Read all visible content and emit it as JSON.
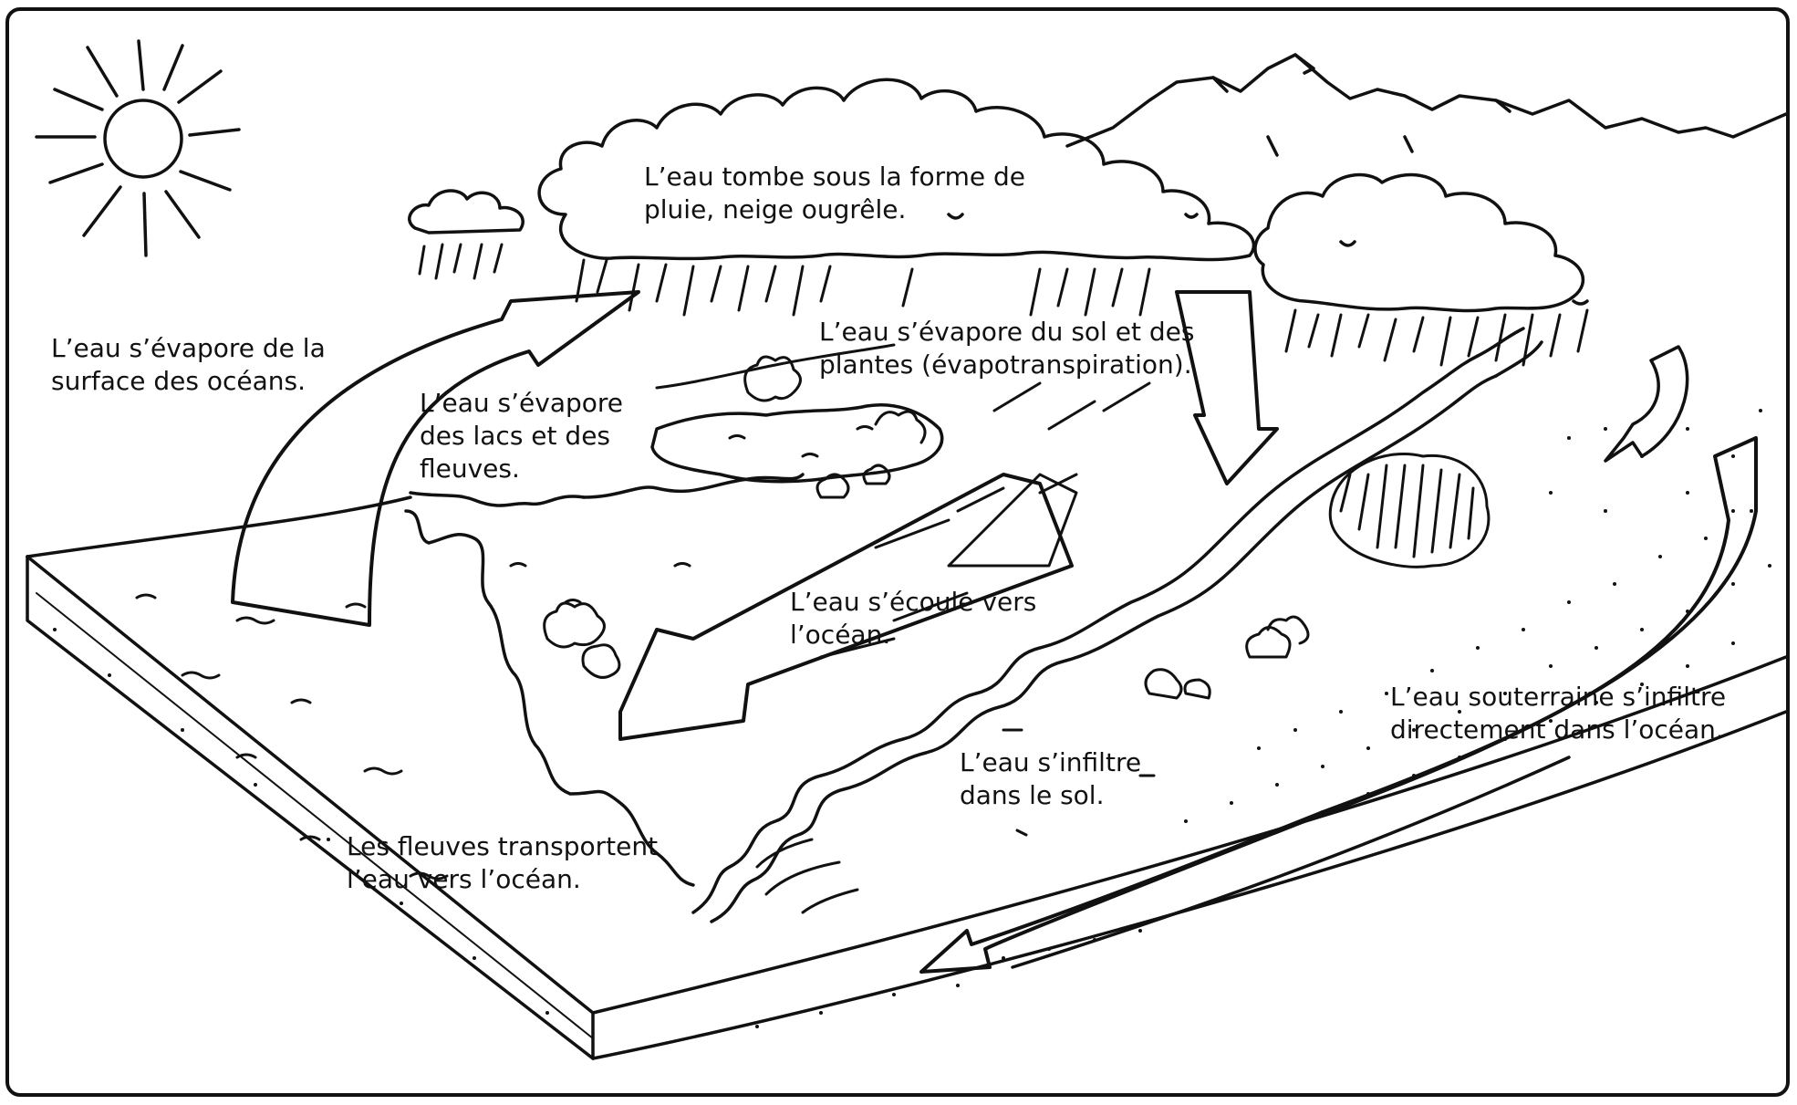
{
  "labels": {
    "precipitation": [
      "L’eau tombe sous la forme de",
      "pluie, neige ougrêle."
    ],
    "ocean_evaporation": [
      "L’eau s’évapore de la",
      "surface des océans."
    ],
    "lake_evaporation": [
      "L’eau s’évapore",
      "des lacs et des",
      "fleuves."
    ],
    "evapotranspiration": [
      "L’eau s’évapore du sol et des",
      "plantes (évapotranspiration)."
    ],
    "runoff": [
      "L’eau s’écoule vers",
      "l’océan."
    ],
    "infiltration": [
      "L’eau s’infiltre",
      "dans le sol."
    ],
    "rivers": [
      "Les fleuves transportent",
      "l’eau vers l’océan."
    ],
    "groundwater": [
      "L’eau souterraine s’infiltre",
      "directement dans l’océan."
    ]
  },
  "colors": {
    "ink": "#111111",
    "paper": "#ffffff"
  }
}
